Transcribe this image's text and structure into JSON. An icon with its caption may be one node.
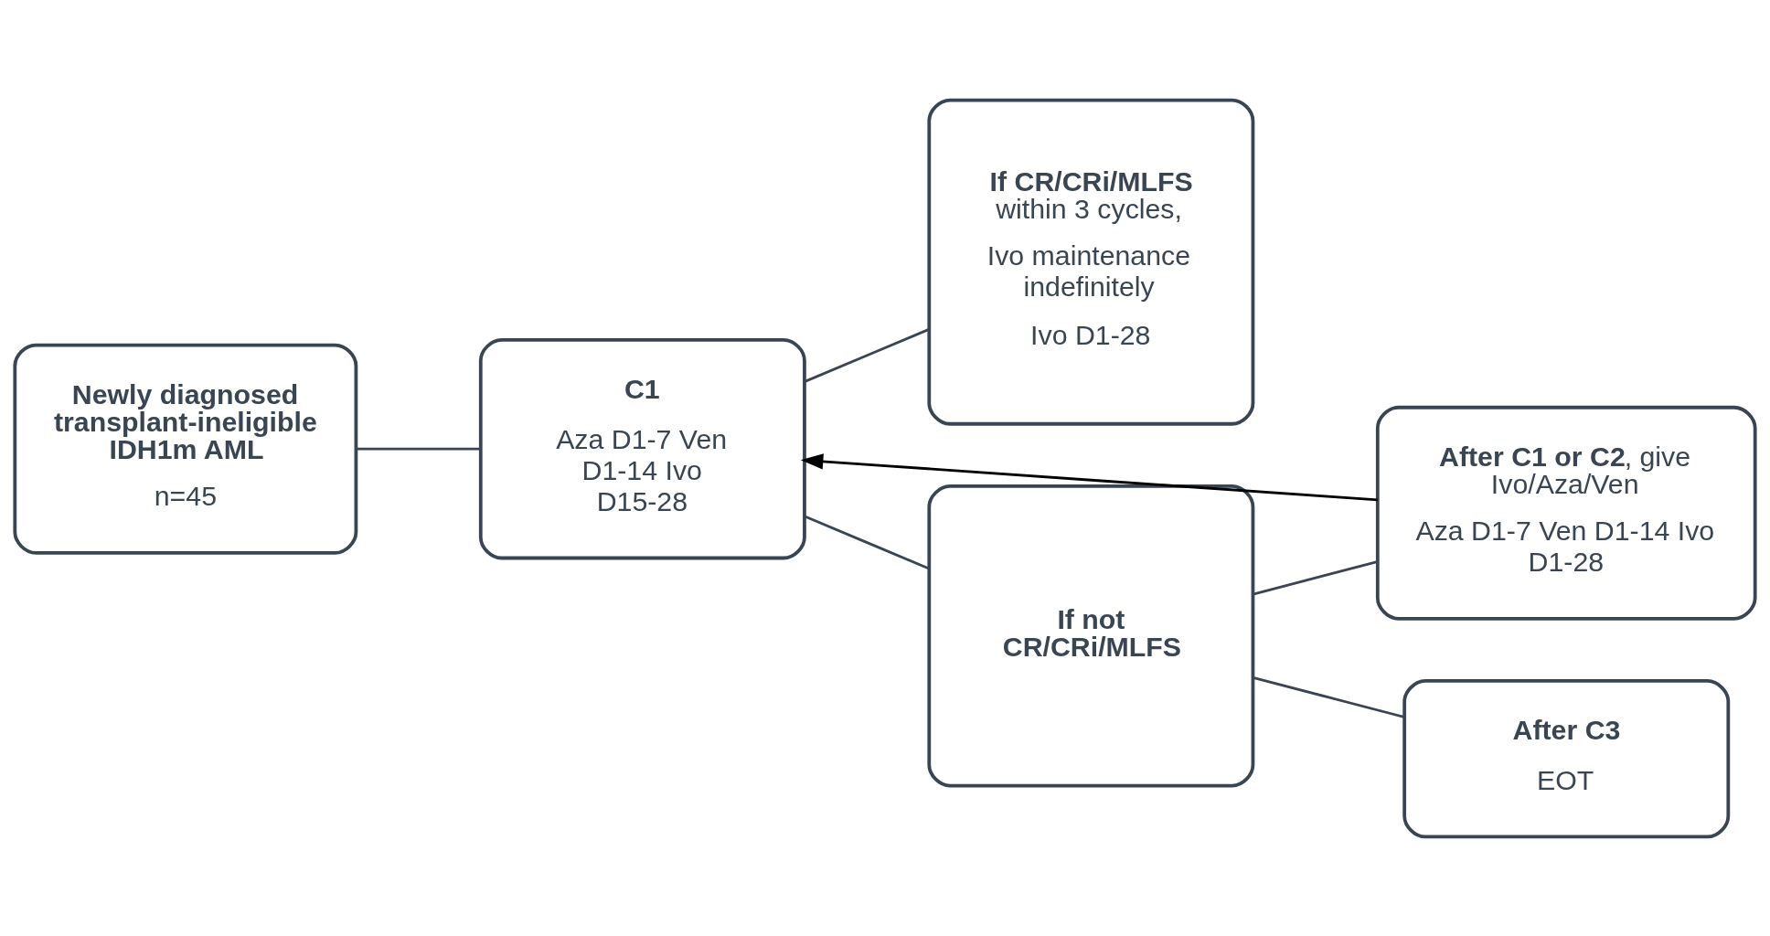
{
  "diagram": {
    "nodes": [
      {
        "text": [
          "Newly diagnosed transplant-ineligible IDH1m AML",
          "n=45"
        ]
      },
      {
        "text": [
          "C1",
          "Aza D1-7 Ven D1-14 Ivo D15-28"
        ]
      },
      {
        "text": [
          "**If CR/CRi/MLFS** within 3 cycles,",
          "Ivo maintenance indefinitely",
          "Ivo D1-28"
        ]
      },
      {
        "text": [
          "If not CR/CRi/MLFS"
        ]
      },
      {
        "text": [
          "**After C1 or C2**, give Ivo/Aza/Ven",
          "Aza D1-7 Ven D1-14 Ivo D1-28"
        ]
      },
      {
        "text": [
          "After C3",
          "EOT"
        ]
      }
    ],
    "edges": [
      {
        "from": 0,
        "to": 1,
        "arrow": "none"
      },
      {
        "from": 1,
        "to": 2,
        "arrow": "none"
      },
      {
        "from": 1,
        "to": 3,
        "arrow": "none"
      },
      {
        "from": 3,
        "to": 4,
        "arrow": "none"
      },
      {
        "from": 3,
        "to": 5,
        "arrow": "none"
      },
      {
        "from": 4,
        "to": 1,
        "arrow": "to",
        "color": "#000000"
      }
    ]
  }
}
